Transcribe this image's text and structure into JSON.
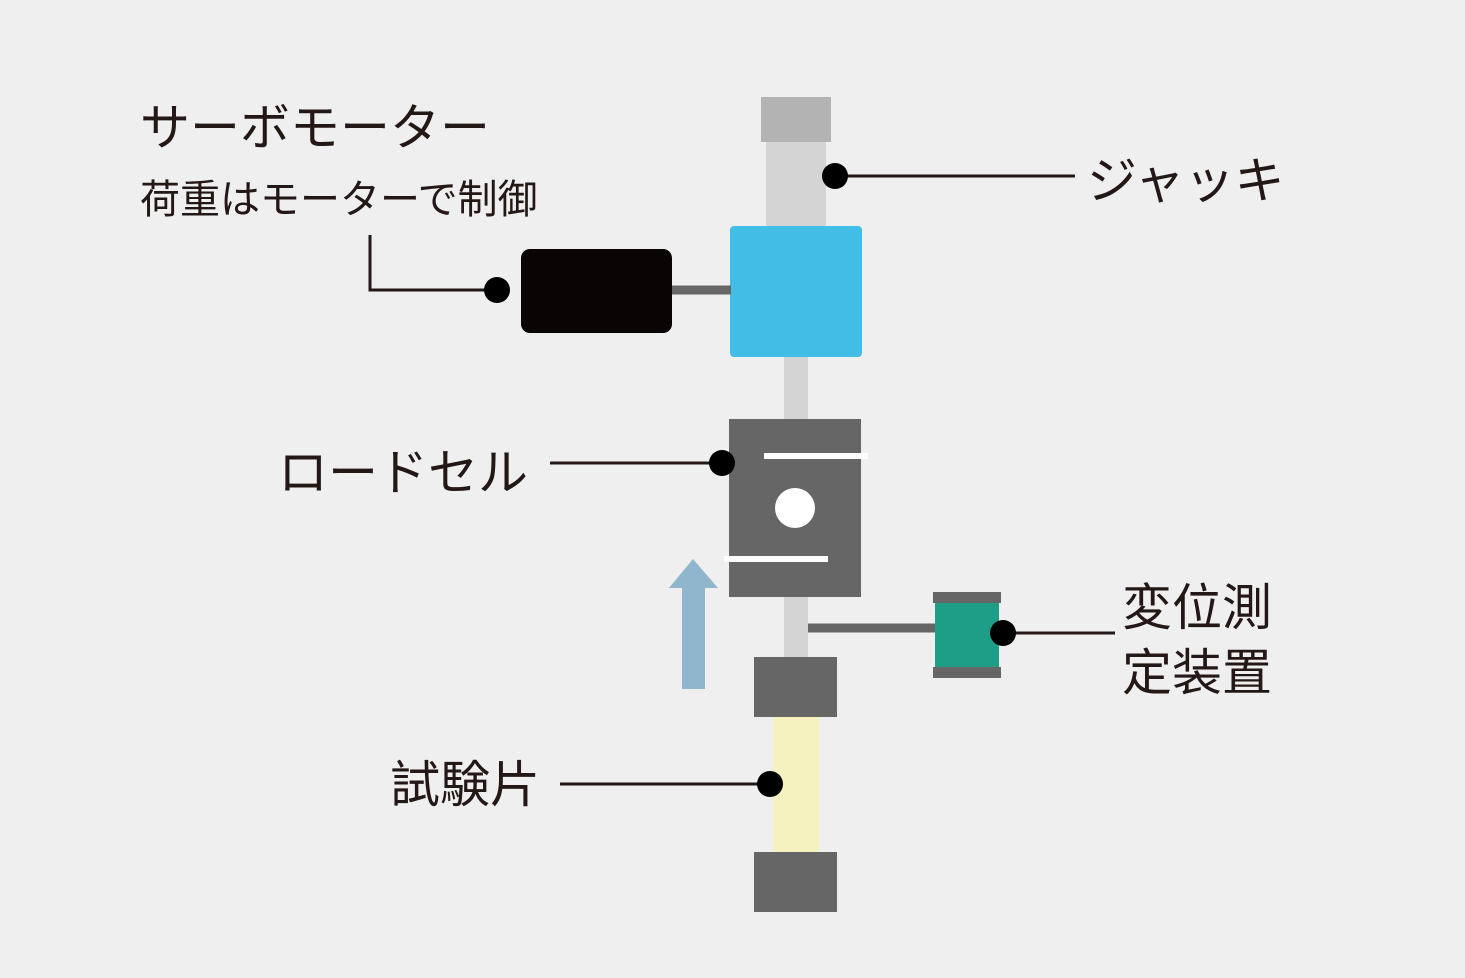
{
  "labels": {
    "servo_motor_title": "サーボモーター",
    "servo_motor_subtitle": "荷重はモーターで制御",
    "jack": "ジャッキ",
    "load_cell": "ロードセル",
    "displacement_line1": "変位測",
    "displacement_line2": "定装置",
    "specimen": "試験片"
  },
  "colors": {
    "background": "#efefef",
    "jack_cap": "#b3b3b3",
    "rod": "#d4d4d4",
    "gearbox": "#42bde6",
    "motor": "#0a0505",
    "load_cell": "#666666",
    "grip": "#666666",
    "specimen": "#f5f2c0",
    "displacement_sensor": "#1e9e86",
    "arrow": "#8fb6cc",
    "leader": "#231815"
  }
}
